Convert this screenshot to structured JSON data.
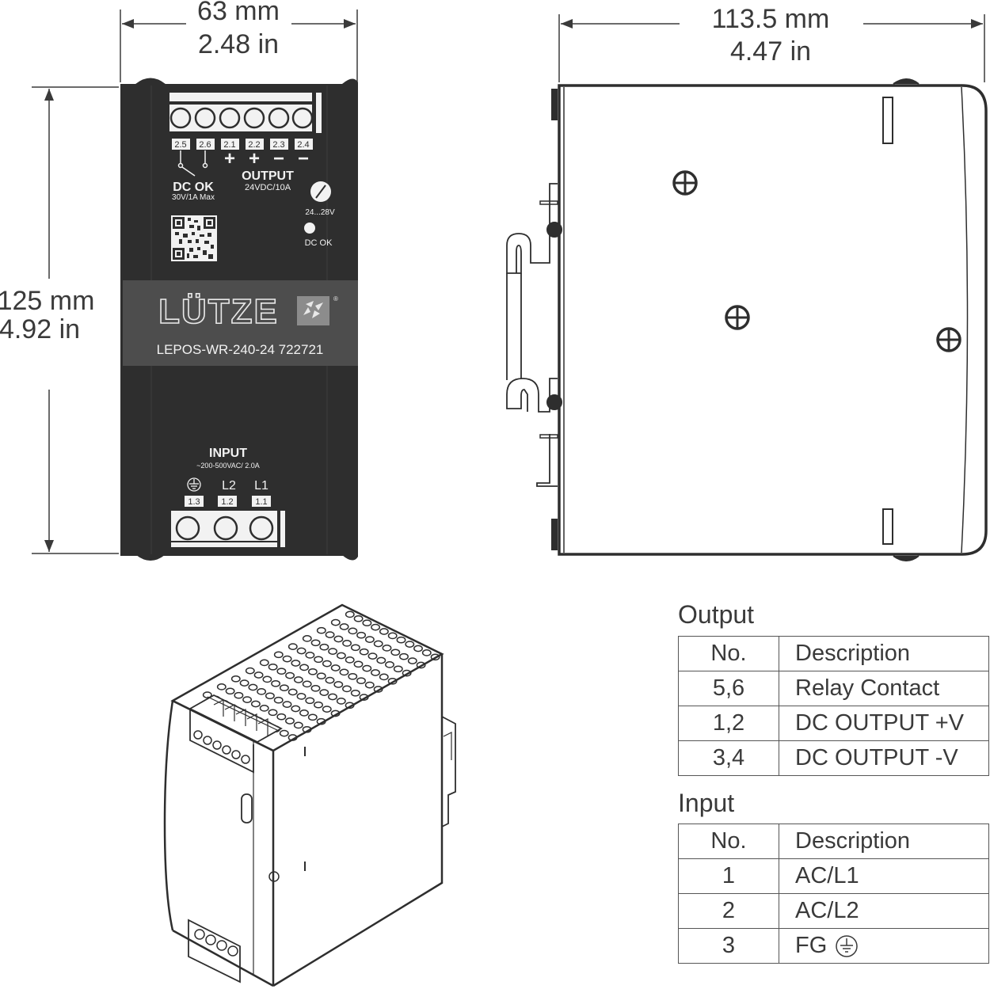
{
  "dimensions": {
    "front_width_mm": "63 mm",
    "front_width_in": "2.48 in",
    "side_depth_mm": "113.5 mm",
    "side_depth_in": "4.47 in",
    "height_mm": "125 mm",
    "height_in": "4.92 in"
  },
  "front_panel": {
    "top_terminals": [
      "2.5",
      "2.6",
      "2.1",
      "2.2",
      "2.3",
      "2.4"
    ],
    "polarity_signs": [
      "+",
      "+",
      "−",
      "−"
    ],
    "dc_ok_title": "DC OK",
    "dc_ok_rating": "30V/1A Max",
    "output_title": "OUTPUT",
    "output_rating": "24VDC/10A",
    "pot_range": "24...28V",
    "led_label": "DC OK",
    "brand": "LÜTZE",
    "registered": "®",
    "model": "LEPOS-WR-240-24 722721",
    "input_title": "INPUT",
    "input_rating": "~200-500VAC/ 2.0A",
    "input_labels": [
      "L2",
      "L1"
    ],
    "bottom_terminals": [
      "1.3",
      "1.2",
      "1.1"
    ]
  },
  "colors": {
    "housing": "#2e2e2e",
    "label_band": "#4d4d4d",
    "line": "#3a3a3a",
    "terminal": "#f2f2f2"
  },
  "icons": [
    "ground-icon",
    "qr-code",
    "screw-icon",
    "led-indicator",
    "potentiometer-icon"
  ],
  "output_table": {
    "title": "Output",
    "headers": [
      "No.",
      "Description"
    ],
    "rows": [
      [
        "5,6",
        "Relay Contact"
      ],
      [
        "1,2",
        "DC OUTPUT +V"
      ],
      [
        "3,4",
        "DC OUTPUT -V"
      ]
    ]
  },
  "input_table": {
    "title": "Input",
    "headers": [
      "No.",
      "Description"
    ],
    "rows": [
      [
        "1",
        "AC/L1"
      ],
      [
        "2",
        "AC/L2"
      ],
      [
        "3",
        "FG"
      ]
    ]
  }
}
